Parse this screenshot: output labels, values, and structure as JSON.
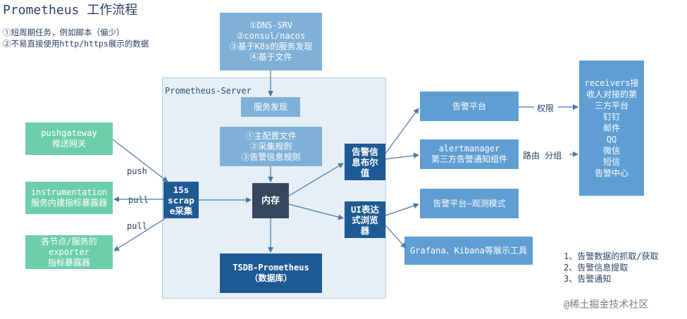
{
  "title": "Prometheus 工作流程",
  "notes": [
    "①短周期任务，例如脚本（偏少）",
    "②不易直接使用http/https展示的数据"
  ],
  "discovery_box": [
    "①DNS-SRV",
    "②consul/nacos",
    "③基于K8s的服务发现",
    "④基于文件"
  ],
  "server": {
    "label": "Prometheus-Server",
    "service_discovery": "服务发现",
    "config_lines": [
      "①主配置文件",
      "②采集规则",
      "③告警信息规则"
    ],
    "scrape": [
      "15s",
      "scrap",
      "e采集"
    ],
    "memory": "内存",
    "tsdb": [
      "TSDB-Prometheus",
      "（数据库）"
    ]
  },
  "sources": {
    "pushgateway": [
      "pushgateway",
      "推送网关"
    ],
    "instrumentation": [
      "instrumentation",
      "服务内建指标暴露器"
    ],
    "exporter": [
      "各节点/服务的",
      "exporter",
      "指标暴露器"
    ]
  },
  "edge_labels": {
    "push": "push",
    "pull1": "pull",
    "pull2": "pull",
    "permission": "权限",
    "routing": "路由 分组"
  },
  "alert_publish": [
    "告警信",
    "息布尔",
    "值"
  ],
  "ui_browser": [
    "UI表达",
    "式浏览",
    "器"
  ],
  "targets": {
    "alert_platform": "告警平台",
    "alertmanager": [
      "alertmanager",
      "第三方告警通知组件"
    ],
    "observe_mode": "告警平台—观测模式",
    "grafana": "Grafana、Kibana等展示工具"
  },
  "receivers": [
    "receivers接",
    "收人对接的第",
    "三方平台",
    "钉钉",
    "邮件",
    "QQ",
    "微信",
    "短信",
    "告警中心"
  ],
  "steps": [
    "1、告警数据的抓取/获取",
    "2、告警信息提取",
    "3、告警通知"
  ],
  "watermark": "@稀土掘金技术社区",
  "colors": {
    "green": "#6dcfaa",
    "light_blue": "#7fb1d8",
    "dark_blue": "#1e5a94",
    "navy": "#36475d",
    "panel": "#e5eff5"
  }
}
